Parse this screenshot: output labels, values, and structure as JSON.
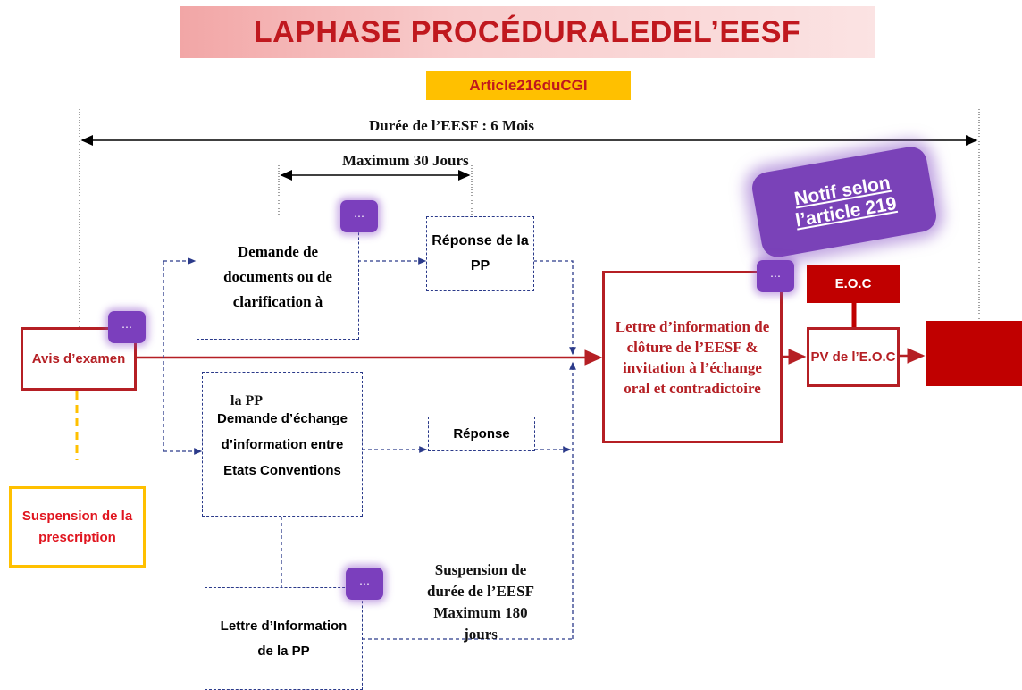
{
  "title": "LAPHASE PROCÉDURALEDEL’EESF",
  "article": "Article216duCGI",
  "duration_label": "Durée de l’EESF : 6 Mois",
  "max30_label": "Maximum 30 Jours",
  "notif_badge": "Notif selon l’article 219",
  "boxes": {
    "avis": "Avis d’examen",
    "demande_docs": "Demande de documents ou de clarification à",
    "reponse_pp": "Réponse de la PP",
    "demande_echange": "Demande d’échange d’information entre Etats Conventions",
    "pp_overlay": "la PP",
    "reponse": "Réponse",
    "lettre_info_pp": "Lettre d’Information de la PP",
    "lettre_cloture": "Lettre d’information de clôture de l’EESF & invitation à l’échange oral et contradictoire",
    "eoc": "E.O.C",
    "pv_eoc": "PV de l’E.O.C",
    "suspension_prescription": "Suspension de la prescription"
  },
  "suspension_duree": "Suspension de durée de l’EESF Maximum 180 jours",
  "colors": {
    "red": "#b51f24",
    "dark_red": "#c00000",
    "blue_dashed": "#2b3a8a",
    "purple": "#7b3fbd",
    "orange": "#ffc000"
  },
  "icons": [
    "comment-icon"
  ]
}
